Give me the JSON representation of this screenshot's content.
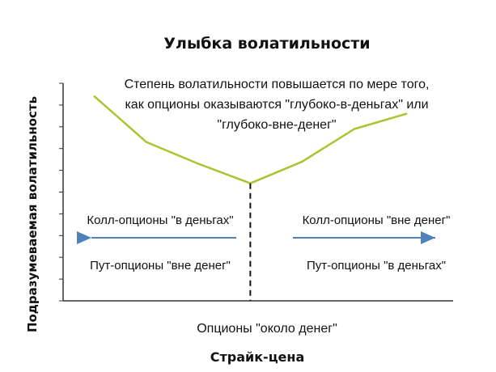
{
  "chart_data": {
    "type": "line",
    "title": "Улыбка волатильности",
    "xlabel": "Страйк-цена",
    "ylabel": "Подразумеваемая волатильность",
    "x": [
      1,
      2,
      3,
      4,
      5,
      6,
      7
    ],
    "values": [
      9.4,
      7.3,
      6.3,
      5.4,
      6.4,
      7.9,
      8.6
    ],
    "ylim": [
      0,
      10
    ],
    "xlim": [
      0.4,
      7.9
    ],
    "line_color": "#a9c431",
    "arrow_color": "#4f81bd",
    "annotation_lines": [
      "Степень волатильности повышается по мере того,",
      "как опционы оказываются \"глубоко-в-деньгах\" или",
      "\"глубоко-вне-денег\""
    ],
    "left_labels": [
      "Колл-опционы \"в деньгах\"",
      "Пут-опционы \"вне денег\""
    ],
    "right_labels": [
      "Колл-опционы \"вне денег\"",
      "Пут-опционы \"в деньгах\""
    ],
    "center_label": "Опционы \"около денег\""
  }
}
